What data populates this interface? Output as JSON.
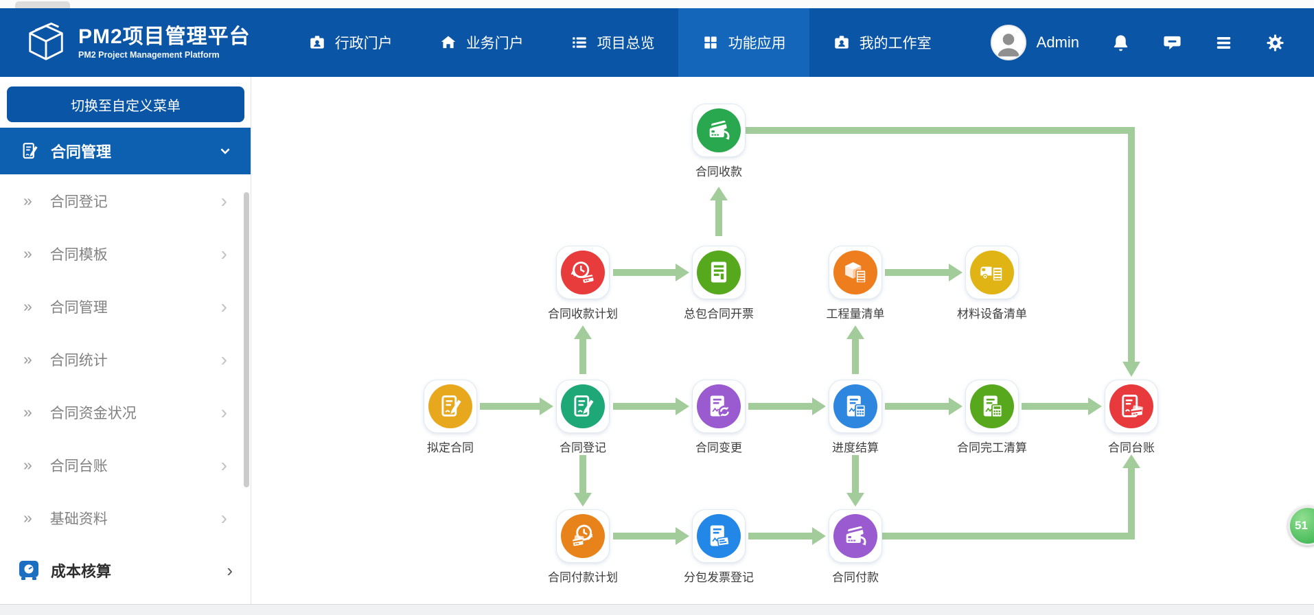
{
  "topbar": {
    "logo": {
      "title": "PM2项目管理平台",
      "subtitle": "PM2 Project Management Platform",
      "icon": "cube-logo-icon"
    },
    "nav": [
      {
        "label": "行政门户",
        "icon": "id-badge-icon",
        "active": false
      },
      {
        "label": "业务门户",
        "icon": "home-icon",
        "active": false
      },
      {
        "label": "项目总览",
        "icon": "list-icon",
        "active": false
      },
      {
        "label": "功能应用",
        "icon": "grid-icon",
        "active": true
      },
      {
        "label": "我的工作室",
        "icon": "id-badge-icon",
        "active": false
      }
    ],
    "user": {
      "name": "Admin",
      "icon": "avatar"
    },
    "action_icons": [
      "bell-icon",
      "message-icon",
      "menu-icon",
      "gear-icon"
    ],
    "colors": {
      "bar_blue": "#0a55a6",
      "active_blue": "#1366ba",
      "section_blue": "#0d5fb0"
    }
  },
  "sidebar": {
    "switch_button_label": "切换至自定义菜单",
    "active_section": {
      "label": "合同管理",
      "icon": "doc-pencil-icon",
      "expanded": true
    },
    "items": [
      "合同登记",
      "合同模板",
      "合同管理",
      "合同统计",
      "合同资金状况",
      "合同台账",
      "基础资料"
    ],
    "bottom_section": {
      "label": "成本核算",
      "icon": "safe-icon",
      "expanded": false
    }
  },
  "flow": {
    "arrow_color": "#a3cc9b",
    "nodes": [
      {
        "label": "合同收款",
        "color": "#2aa84f",
        "icon": "cards-arrow-icon"
      },
      {
        "label": "合同收款计划",
        "color": "#e83c3c",
        "icon": "clock-card-icon"
      },
      {
        "label": "总包合同开票",
        "color": "#56a81c",
        "icon": "doc-invoice-icon"
      },
      {
        "label": "工程量清单",
        "color": "#ee7d1d",
        "icon": "box-list-icon"
      },
      {
        "label": "材料设备清单",
        "color": "#e0b414",
        "icon": "truck-list-icon"
      },
      {
        "label": "拟定合同",
        "color": "#e8a81e",
        "icon": "doc-pencil-icon"
      },
      {
        "label": "合同登记",
        "color": "#1ea878",
        "icon": "doc-pencil-icon"
      },
      {
        "label": "合同变更",
        "color": "#9a5ad0",
        "icon": "doc-sync-icon"
      },
      {
        "label": "进度结算",
        "color": "#2e86df",
        "icon": "doc-calc-icon"
      },
      {
        "label": "合同完工清算",
        "color": "#58a81e",
        "icon": "doc-calc-icon"
      },
      {
        "label": "合同台账",
        "color": "#e8393c",
        "icon": "doc-card-icon"
      },
      {
        "label": "合同付款计划",
        "color": "#e8821a",
        "icon": "clock-cards-icon"
      },
      {
        "label": "分包发票登记",
        "color": "#2387e8",
        "icon": "doc-note-icon"
      },
      {
        "label": "合同付款",
        "color": "#9a5ad0",
        "icon": "cards-arrow-icon"
      }
    ]
  },
  "stat_badge": {
    "label": "51"
  }
}
